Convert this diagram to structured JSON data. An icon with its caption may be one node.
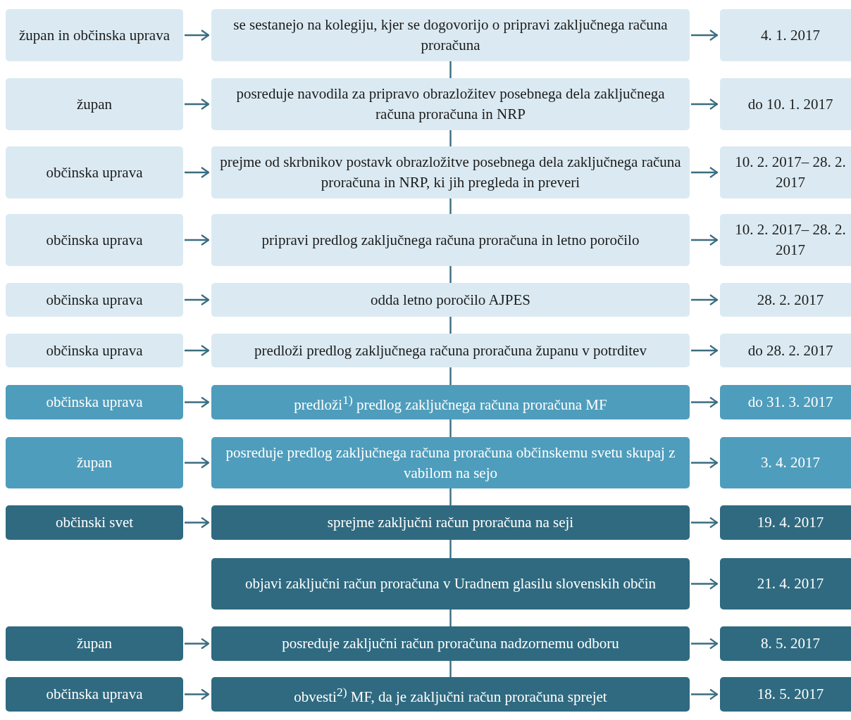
{
  "diagram": {
    "nodes": [
      {
        "text": [
          "župan in občinska uprava"
        ]
      },
      {
        "text": [
          "se sestanejo na kolegiju, kjer se dogovorijo o pripravi zaključnega računa proračuna"
        ]
      },
      {
        "text": [
          "4. 1. 2017"
        ]
      },
      {
        "text": [
          "župan"
        ]
      },
      {
        "text": [
          "posreduje navodila za pripravo obrazložitev posebnega dela zaključnega računa proračuna in NRP"
        ]
      },
      {
        "text": [
          "do 10. 1. 2017"
        ]
      },
      {
        "text": [
          "občinska uprava"
        ]
      },
      {
        "text": [
          "prejme od skrbnikov postavk obrazložitve posebnega dela zaključnega računa proračuna in NRP, ki jih pregleda in preveri"
        ]
      },
      {
        "text": [
          "10. 2. 2017– 28. 2. 2017"
        ]
      },
      {
        "text": [
          "občinska uprava"
        ]
      },
      {
        "text": [
          "pripravi predlog zaključnega računa proračuna in letno poročilo"
        ]
      },
      {
        "text": [
          "10. 2. 2017– 28. 2. 2017"
        ]
      },
      {
        "text": [
          "občinska uprava"
        ]
      },
      {
        "text": [
          "odda letno poročilo AJPES"
        ]
      },
      {
        "text": [
          "28. 2. 2017"
        ]
      },
      {
        "text": [
          "občinska uprava"
        ]
      },
      {
        "text": [
          "predloži predlog zaključnega računa proračuna županu v potrditev"
        ]
      },
      {
        "text": [
          "do 28. 2. 2017"
        ]
      },
      {
        "text": [
          "občinska uprava"
        ]
      },
      {
        "text": [
          "predloži$^{1)}$ predlog zaključnega računa proračuna MF"
        ]
      },
      {
        "text": [
          "do 31. 3. 2017"
        ]
      },
      {
        "text": [
          "župan"
        ]
      },
      {
        "text": [
          "posreduje predlog zaključnega računa proračuna občinskemu svetu skupaj z vabilom na sejo"
        ]
      },
      {
        "text": [
          "3. 4. 2017"
        ]
      },
      {
        "text": [
          "občinski svet"
        ]
      },
      {
        "text": [
          "sprejme zaključni račun proračuna na seji"
        ]
      },
      {
        "text": [
          "19. 4. 2017"
        ]
      },
      {
        "text": [
          "objavi zaključni račun proračuna v Uradnem glasilu slovenskih občin"
        ]
      },
      {
        "text": [
          "21. 4. 2017"
        ]
      },
      {
        "text": [
          "župan"
        ]
      },
      {
        "text": [
          "posreduje zaključni račun proračuna nadzornemu odboru"
        ]
      },
      {
        "text": [
          "8. 5. 2017"
        ]
      },
      {
        "text": [
          "občinska uprava"
        ]
      },
      {
        "text": [
          "obvesti$^{2)}$ MF, da je zaključni račun proračuna sprejet"
        ]
      },
      {
        "text": [
          "18. 5. 2017"
        ]
      }
    ],
    "edges": [
      {
        "from": 0,
        "to": 1,
        "arrow": "to"
      },
      {
        "from": 1,
        "to": 2,
        "arrow": "to"
      },
      {
        "from": 1,
        "to": 4,
        "arrow": "none"
      },
      {
        "from": 3,
        "to": 4,
        "arrow": "to"
      },
      {
        "from": 4,
        "to": 5,
        "arrow": "to"
      },
      {
        "from": 4,
        "to": 7,
        "arrow": "none"
      },
      {
        "from": 6,
        "to": 7,
        "arrow": "to"
      },
      {
        "from": 7,
        "to": 8,
        "arrow": "to"
      },
      {
        "from": 7,
        "to": 10,
        "arrow": "none"
      },
      {
        "from": 9,
        "to": 10,
        "arrow": "to"
      },
      {
        "from": 10,
        "to": 11,
        "arrow": "to"
      },
      {
        "from": 10,
        "to": 13,
        "arrow": "none"
      },
      {
        "from": 12,
        "to": 13,
        "arrow": "to"
      },
      {
        "from": 13,
        "to": 14,
        "arrow": "to"
      },
      {
        "from": 13,
        "to": 16,
        "arrow": "none"
      },
      {
        "from": 15,
        "to": 16,
        "arrow": "to"
      },
      {
        "from": 16,
        "to": 17,
        "arrow": "to"
      },
      {
        "from": 16,
        "to": 19,
        "arrow": "none"
      },
      {
        "from": 18,
        "to": 19,
        "arrow": "to"
      },
      {
        "from": 19,
        "to": 20,
        "arrow": "to"
      },
      {
        "from": 19,
        "to": 22,
        "arrow": "none"
      },
      {
        "from": 21,
        "to": 22,
        "arrow": "to"
      },
      {
        "from": 22,
        "to": 23,
        "arrow": "to"
      },
      {
        "from": 22,
        "to": 25,
        "arrow": "none"
      },
      {
        "from": 24,
        "to": 25,
        "arrow": "to"
      },
      {
        "from": 25,
        "to": 26,
        "arrow": "to"
      },
      {
        "from": 25,
        "to": 27,
        "arrow": "none"
      },
      {
        "from": 27,
        "to": 28,
        "arrow": "to"
      },
      {
        "from": 27,
        "to": 30,
        "arrow": "none"
      },
      {
        "from": 29,
        "to": 30,
        "arrow": "to"
      },
      {
        "from": 30,
        "to": 31,
        "arrow": "to"
      },
      {
        "from": 30,
        "to": 33,
        "arrow": "none"
      },
      {
        "from": 32,
        "to": 33,
        "arrow": "to"
      },
      {
        "from": 33,
        "to": 34,
        "arrow": "to"
      }
    ]
  }
}
